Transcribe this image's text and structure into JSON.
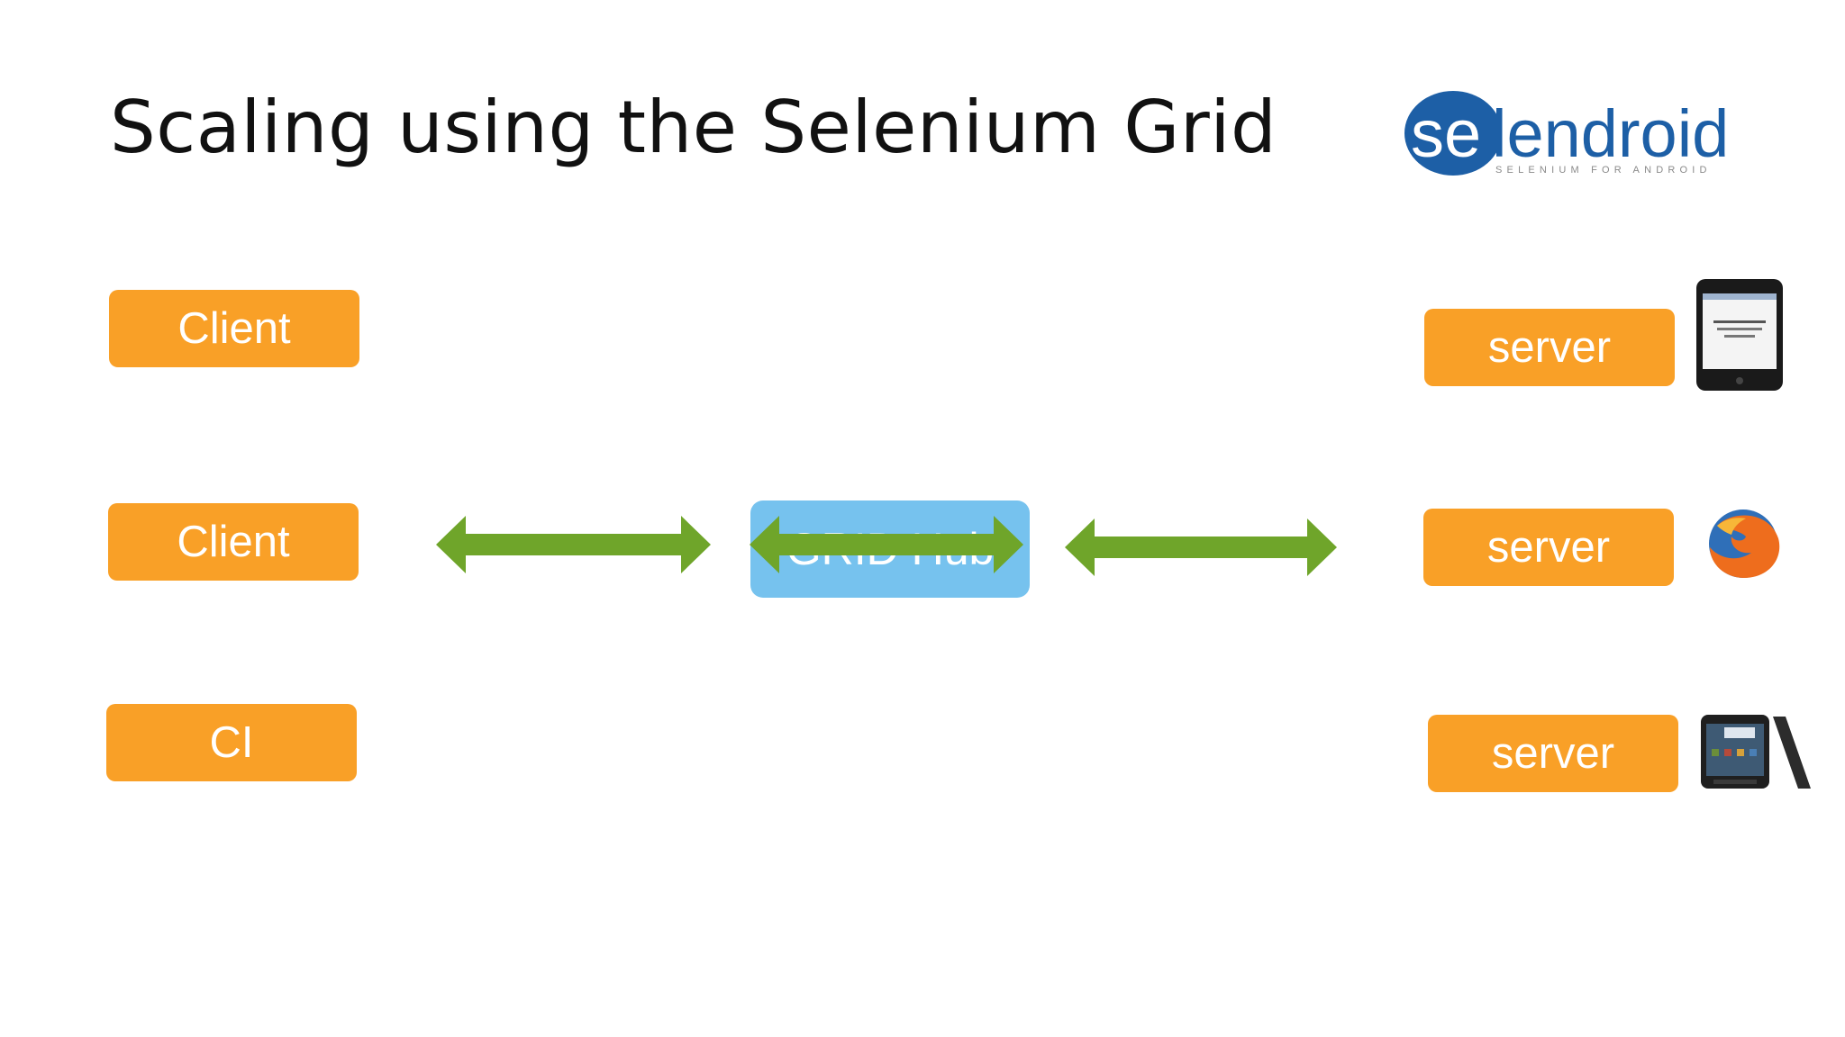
{
  "slide": {
    "title": "Scaling using the Selenium Grid"
  },
  "logo": {
    "text_se": "se",
    "text_rest": "lendroid",
    "tagline": "SELENIUM FOR ANDROID"
  },
  "clients": [
    {
      "label": "Client"
    },
    {
      "label": "Client"
    },
    {
      "label": "CI"
    }
  ],
  "hub": {
    "label": "GRID Hub"
  },
  "servers": [
    {
      "label": "server",
      "device_icon": "iphone-icon"
    },
    {
      "label": "server",
      "device_icon": "firefox-icon"
    },
    {
      "label": "server",
      "device_icon": "android-phone-icon"
    }
  ],
  "colors": {
    "box": "#f9a027",
    "hub": "#76c2ee",
    "arrow": "#6fa52a",
    "logo_blue": "#1d5fa6"
  }
}
